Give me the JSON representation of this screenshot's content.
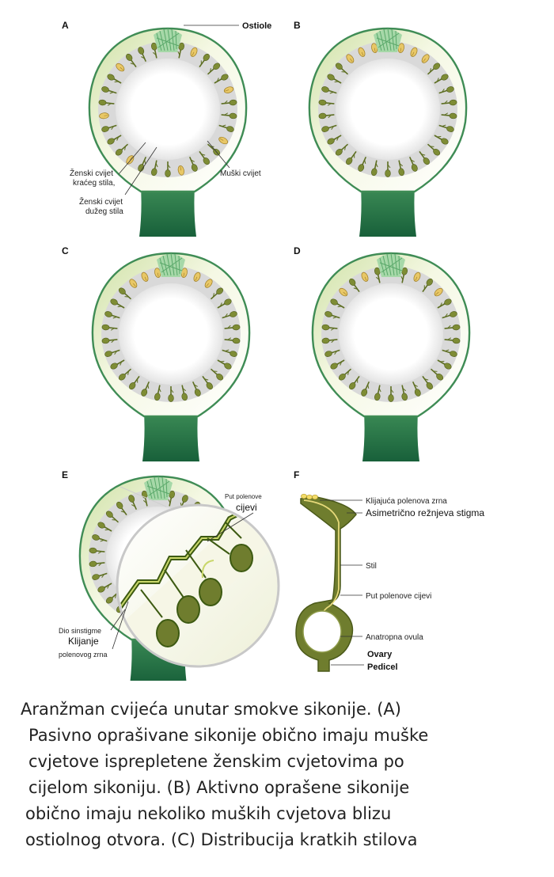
{
  "panels": {
    "A": "A",
    "B": "B",
    "C": "C",
    "D": "D",
    "E": "E",
    "F": "F"
  },
  "labels_A": {
    "ostiole": "Ostiole",
    "female_short_1": "Ženski cvijet",
    "female_short_2": "kraćeg stila,",
    "female_long_1": "Ženski cvijet",
    "female_long_2": "dužeg stila",
    "male": "Muški cvijet"
  },
  "labels_E": {
    "tube_1": "Put polenove",
    "tube_2": "cijevi",
    "synstigma": "Dio sinstigme",
    "germ_1": "Klijanje",
    "germ_2": "polenovog zrna"
  },
  "labels_F": {
    "germinating": "Klijajuća polenova zrna",
    "stigma": "Asimetrično režnjeva stigma",
    "style": "Stil",
    "tube_path": "Put polenove cijevi",
    "ovule": "Anatropna ovula",
    "ovary": "Ovary",
    "pedicel": "Pedicel"
  },
  "caption": {
    "line1": "Aranžman cvijeća unutar smokve sikonije. (A)",
    "line2": "Pasivno oprašivane sikonije obično imaju muške",
    "line3": "cvjetove isprepletene ženskim cvjetovima po",
    "line4": "cijelom sikoniju. (B) Aktivno oprašene sikonije",
    "line5": "obično imaju nekoliko muških cvjetova blizu",
    "line6": "ostiolnog otvora. (C) Distribucija kratkih stilova"
  },
  "colors": {
    "dark_green": "#1f6b3d",
    "olive": "#6f7d2e",
    "pale": "#f3f6dc",
    "anther": "#e3c15a"
  }
}
